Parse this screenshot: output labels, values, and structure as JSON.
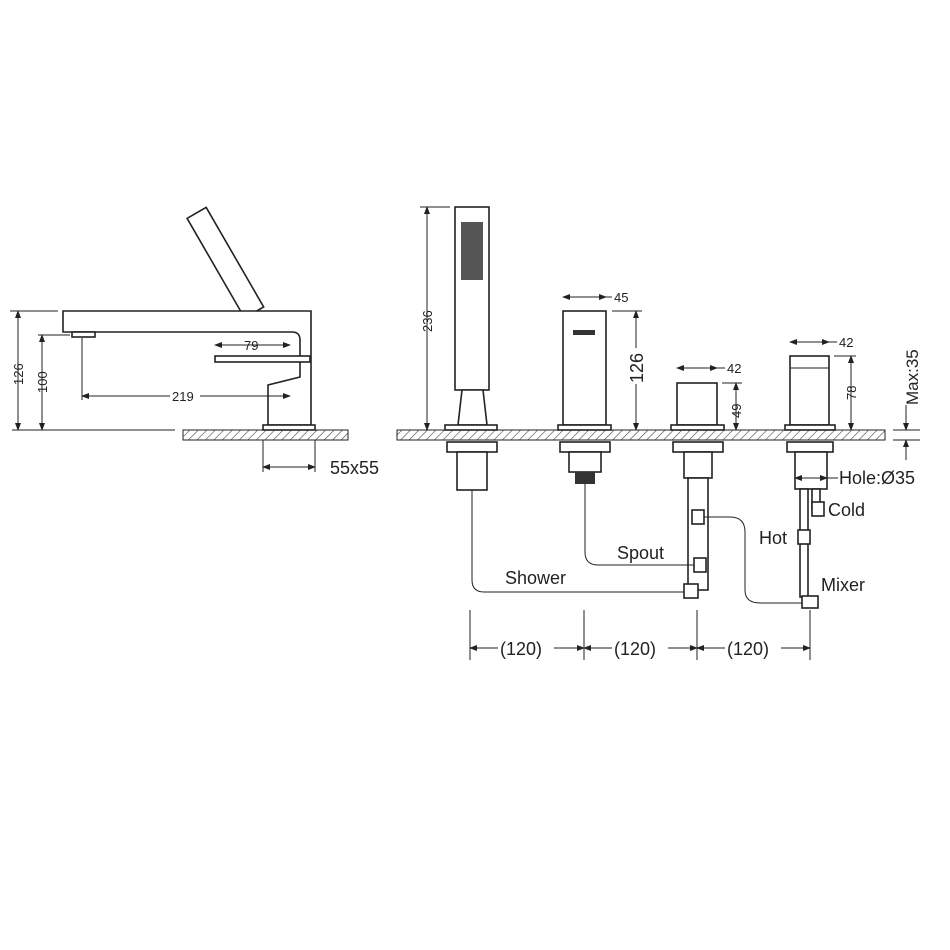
{
  "side_view": {
    "dims": {
      "height_total": "126",
      "height_spout": "100",
      "reach": "219",
      "lever": "79",
      "base": "55x55"
    }
  },
  "front_view": {
    "dims": {
      "shower_height": "236",
      "spout_width": "45",
      "spout_height": "126",
      "mixer_width": "42",
      "mixer_height": "49",
      "valve_width": "42",
      "valve_height": "78",
      "max_deck": "Max:35",
      "hole": "Hole:Ø35",
      "spacing": [
        "(120)",
        "(120)",
        "(120)"
      ]
    },
    "labels": {
      "cold": "Cold",
      "hot": "Hot",
      "spout": "Spout",
      "shower": "Shower",
      "mixer": "Mixer"
    }
  },
  "colors": {
    "line": "#222222",
    "background": "#ffffff"
  }
}
